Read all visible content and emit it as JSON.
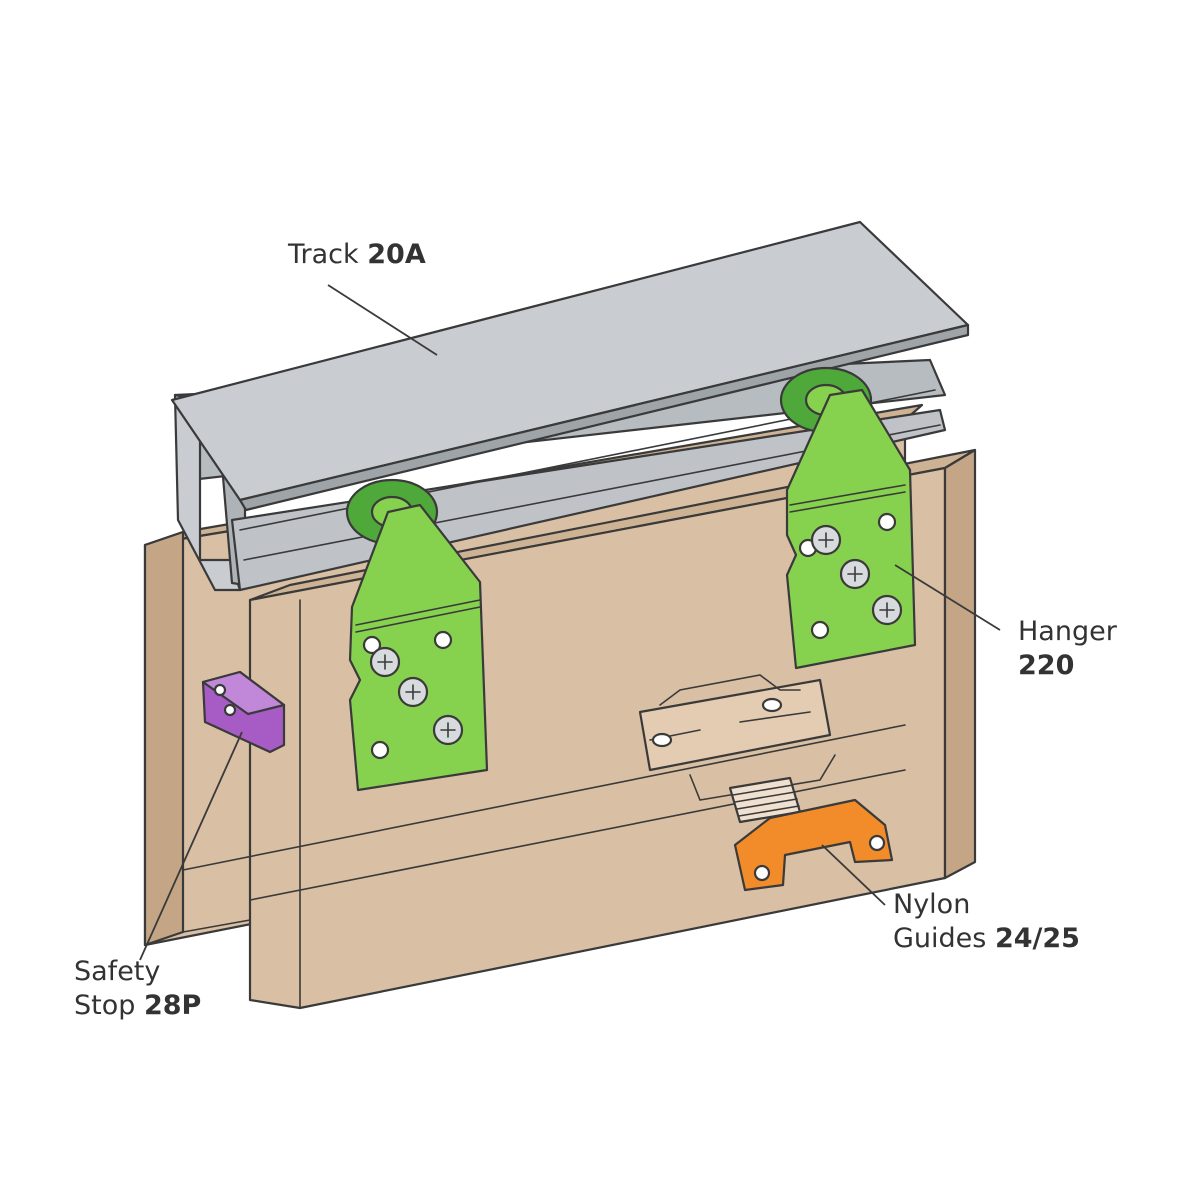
{
  "labels": {
    "track": {
      "name": "Track",
      "code": "20A"
    },
    "hanger": {
      "name": "Hanger",
      "code": "220"
    },
    "nylon_guides": {
      "name_line1": "Nylon",
      "name_line2": "Guides",
      "code": "24/25"
    },
    "safety_stop": {
      "name_line1": "Safety",
      "name_line2": "Stop",
      "code": "28P"
    }
  },
  "colors": {
    "door": "#d9bfa3",
    "door_shade": "#c9ab8b",
    "door_dark": "#b99a7a",
    "track": "#c9cdd1",
    "track_dark": "#a9aeb3",
    "hanger": "#86d14e",
    "hanger_dark": "#5fae2e",
    "wheel": "#4fa83a",
    "guide": "#f28c2a",
    "safety_stop": "#a75bc4",
    "screw": "#d8dbdd"
  }
}
